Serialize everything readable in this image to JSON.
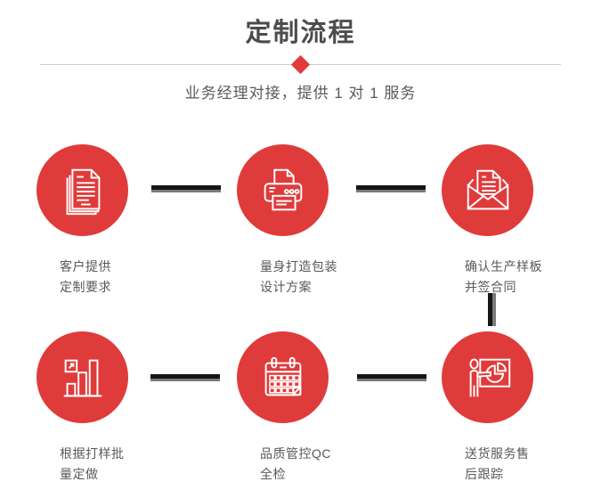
{
  "header": {
    "title": "定制流程",
    "subtitle": "业务经理对接，提供 1 对 1 服务"
  },
  "colors": {
    "accent_red": "#e03b3b",
    "title_text": "#4c4c4c",
    "body_text": "#595959",
    "connector_dark": "#161616",
    "connector_gray": "#7b7b7b",
    "divider": "#cccccc",
    "background": "#ffffff",
    "icon_stroke": "#ffffff"
  },
  "steps": [
    {
      "id": 1,
      "icon": "documents-icon",
      "line1": "客户提供",
      "line2": "定制要求"
    },
    {
      "id": 2,
      "icon": "printer-icon",
      "line1": "量身打造包装",
      "line2": "设计方案"
    },
    {
      "id": 3,
      "icon": "envelope-icon",
      "line1": "确认生产样板",
      "line2": "并签合同"
    },
    {
      "id": 4,
      "icon": "bar-chart-icon",
      "line1": "根据打样批",
      "line2": "量定做"
    },
    {
      "id": 5,
      "icon": "calendar-icon",
      "line1": "品质管控QC",
      "line2": "全检"
    },
    {
      "id": 6,
      "icon": "presenter-icon",
      "line1": "送货服务售",
      "line2": "后跟踪"
    }
  ]
}
